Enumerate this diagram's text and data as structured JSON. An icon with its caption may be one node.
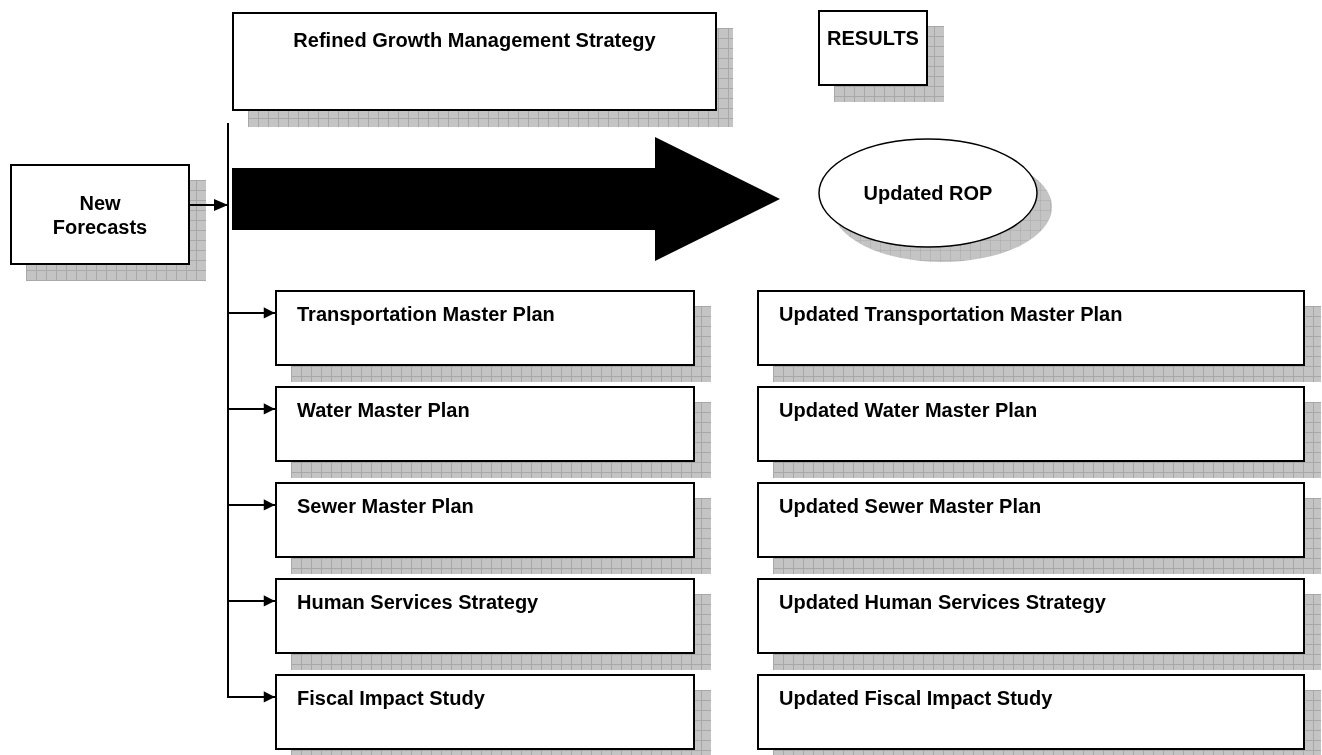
{
  "diagram": {
    "nodes": [
      {
        "text": [
          "Refined Growth Management Strategy"
        ]
      },
      {
        "text": [
          "RESULTS"
        ]
      },
      {
        "text": [
          "New Forecasts"
        ]
      },
      {
        "text": [
          "Updated ROP"
        ]
      },
      {
        "text": [
          "Transportation Master Plan"
        ]
      },
      {
        "text": [
          "Water Master Plan"
        ]
      },
      {
        "text": [
          "Sewer Master Plan"
        ]
      },
      {
        "text": [
          "Human Services Strategy"
        ]
      },
      {
        "text": [
          "Fiscal Impact Study"
        ]
      },
      {
        "text": [
          "Updated Transportation Master Plan"
        ]
      },
      {
        "text": [
          "Updated Water Master Plan"
        ]
      },
      {
        "text": [
          "Updated Sewer Master Plan"
        ]
      },
      {
        "text": [
          "Updated Human Services Strategy"
        ]
      },
      {
        "text": [
          "Updated Fiscal Impact Study"
        ]
      }
    ],
    "edges": [
      {
        "from": 2,
        "to": 4,
        "arrow": "to"
      },
      {
        "from": 2,
        "to": 5,
        "arrow": "to"
      },
      {
        "from": 2,
        "to": 6,
        "arrow": "to"
      },
      {
        "from": 2,
        "to": 7,
        "arrow": "to"
      },
      {
        "from": 2,
        "to": 8,
        "arrow": "to"
      },
      {
        "from": null,
        "to": 3,
        "arrow": "to",
        "style": "thick"
      }
    ]
  }
}
